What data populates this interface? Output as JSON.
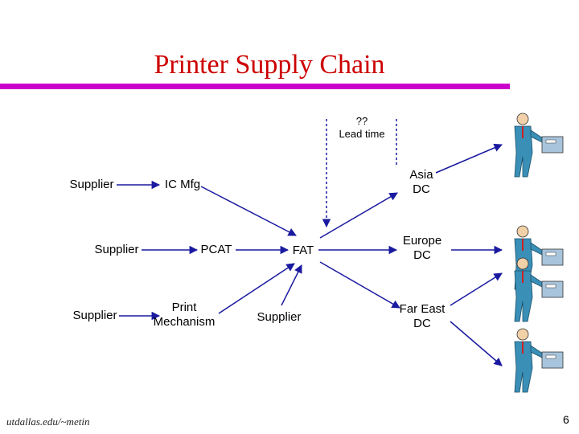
{
  "slide": {
    "title": "Printer Supply Chain",
    "lead_time": {
      "line1": "??",
      "line2": "Lead time"
    },
    "footer": "utdallas.edu/~metin",
    "page_number": "6"
  },
  "nodes": {
    "supplier_1": "Supplier",
    "supplier_2": "Supplier",
    "supplier_3": "Supplier",
    "supplier_4": "Supplier",
    "ic_mfg": "IC Mfg",
    "pcat": "PCAT",
    "print_mechanism": {
      "line1": "Print",
      "line2": "Mechanism"
    },
    "fat": "FAT",
    "asia_dc": {
      "line1": "Asia",
      "line2": "DC"
    },
    "europe_dc": {
      "line1": "Europe",
      "line2": "DC"
    },
    "far_east_dc": {
      "line1": "Far East",
      "line2": "DC"
    }
  },
  "colors": {
    "title": "#cc0000",
    "rule": "#cc00cc",
    "arrow": "#1a1aa0",
    "person_suit": "#3a8fb7",
    "printer": "#a8c4dc"
  },
  "icons": [
    "customer-with-printer-icon",
    "customer-with-printer-icon",
    "customer-with-printer-icon",
    "customer-with-printer-icon"
  ]
}
